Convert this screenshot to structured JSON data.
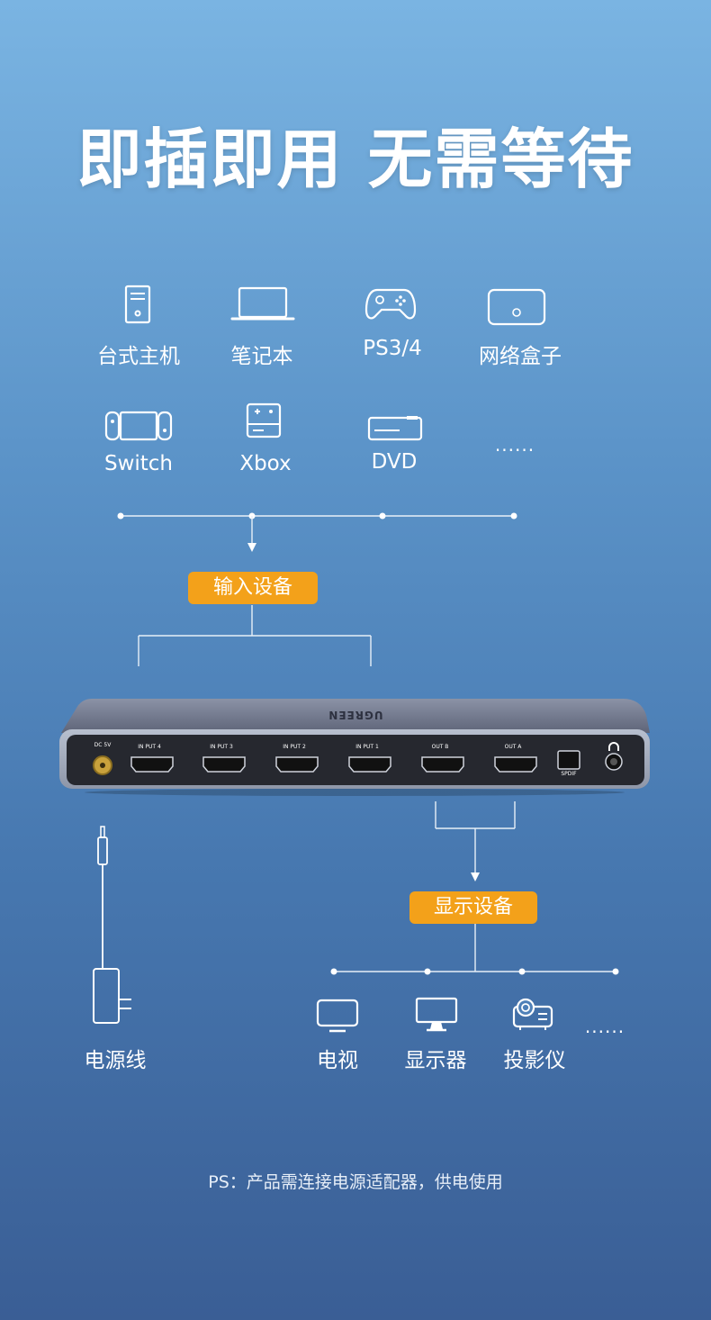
{
  "title": "即插即用 无需等待",
  "input_devices": [
    {
      "label": "台式主机",
      "icon": "desktop-tower-icon"
    },
    {
      "label": "笔记本",
      "icon": "laptop-icon"
    },
    {
      "label": "PS3/4",
      "icon": "gamepad-icon"
    },
    {
      "label": "网络盒子",
      "icon": "network-box-icon"
    },
    {
      "label": "Switch",
      "icon": "switch-console-icon"
    },
    {
      "label": "Xbox",
      "icon": "xbox-icon"
    },
    {
      "label": "DVD",
      "icon": "dvd-player-icon"
    },
    {
      "label": "......",
      "icon": ""
    }
  ],
  "input_badge": "输入设备",
  "output_badge": "显示设备",
  "device": {
    "brand": "UGREEN",
    "dc_label": "DC 5V",
    "ports": [
      "IN PUT 4",
      "IN PUT 3",
      "IN PUT 2",
      "IN PUT 1",
      "OUT B",
      "OUT A"
    ],
    "spdif_label": "SPDIF"
  },
  "power_label": "电源线",
  "output_devices": [
    {
      "label": "电视",
      "icon": "tv-icon"
    },
    {
      "label": "显示器",
      "icon": "monitor-icon"
    },
    {
      "label": "投影仪",
      "icon": "projector-icon"
    },
    {
      "label": "......",
      "icon": ""
    }
  ],
  "ps_note": "PS：产品需连接电源适配器，供电使用",
  "colors": {
    "accent": "#f3a11a",
    "line": "#e8f0f8"
  }
}
